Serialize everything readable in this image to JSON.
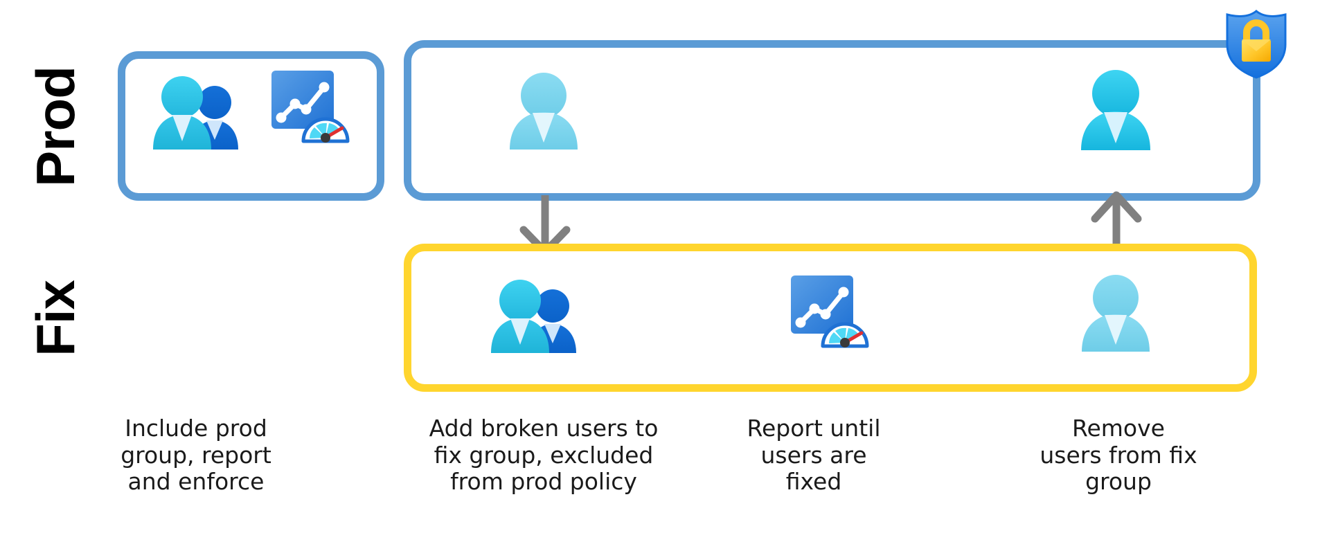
{
  "diagram": {
    "title": "Prod and Fix group remediation flow",
    "colors": {
      "prod_border": "#5b9bd5",
      "fix_border": "#ffd52e",
      "arrow": "#808080",
      "person_light": "#7fd4ec",
      "person_solid": "#29c5ee",
      "person_back": "#0f6cd6",
      "report_tile": "#3e8ade",
      "shield": "#2f80e8",
      "lock": "#ffc629",
      "text": "#1a1a1a",
      "background": "#ffffff"
    },
    "rows": [
      {
        "id": "prod",
        "label": "Prod"
      },
      {
        "id": "fix",
        "label": "Fix"
      }
    ],
    "prod_row": {
      "label": "Prod",
      "groups": [
        {
          "id": "prod-group-box",
          "border_color": "#5b9bd5",
          "icons": [
            {
              "name": "users-group-icon",
              "state": "active"
            },
            {
              "name": "report-dashboard-icon",
              "state": "active"
            }
          ]
        },
        {
          "id": "prod-policy-box",
          "border_color": "#5b9bd5",
          "badge": {
            "name": "shield-lock-icon",
            "label": "Enforced policy"
          },
          "icons": [
            {
              "name": "user-icon",
              "state": "excluded"
            },
            {
              "name": "user-icon",
              "state": "active"
            }
          ]
        }
      ]
    },
    "fix_row": {
      "label": "Fix",
      "groups": [
        {
          "id": "fix-group-box",
          "border_color": "#ffd52e",
          "icons": [
            {
              "name": "users-group-icon",
              "state": "active"
            },
            {
              "name": "report-dashboard-icon",
              "state": "active"
            },
            {
              "name": "user-icon",
              "state": "faded"
            }
          ]
        }
      ]
    },
    "arrows": [
      {
        "id": "arrow-down",
        "name": "arrow-down-icon",
        "direction": "down",
        "from": "prod",
        "to": "fix"
      },
      {
        "id": "arrow-up",
        "name": "arrow-up-icon",
        "direction": "up",
        "from": "fix",
        "to": "prod"
      }
    ],
    "captions": [
      {
        "id": "caption-1",
        "lines": [
          "Include prod",
          "group, report",
          "and enforce"
        ],
        "text": "Include prod group, report and enforce"
      },
      {
        "id": "caption-2",
        "lines": [
          "Add broken users to",
          "fix group, excluded",
          "from prod policy"
        ],
        "text": "Add broken users to fix group, excluded from prod policy"
      },
      {
        "id": "caption-3",
        "lines": [
          "Report until",
          "users are",
          "fixed"
        ],
        "text": "Report until users are fixed"
      },
      {
        "id": "caption-4",
        "lines": [
          "Remove",
          "users from fix",
          "group"
        ],
        "text": "Remove users from fix group"
      }
    ]
  }
}
